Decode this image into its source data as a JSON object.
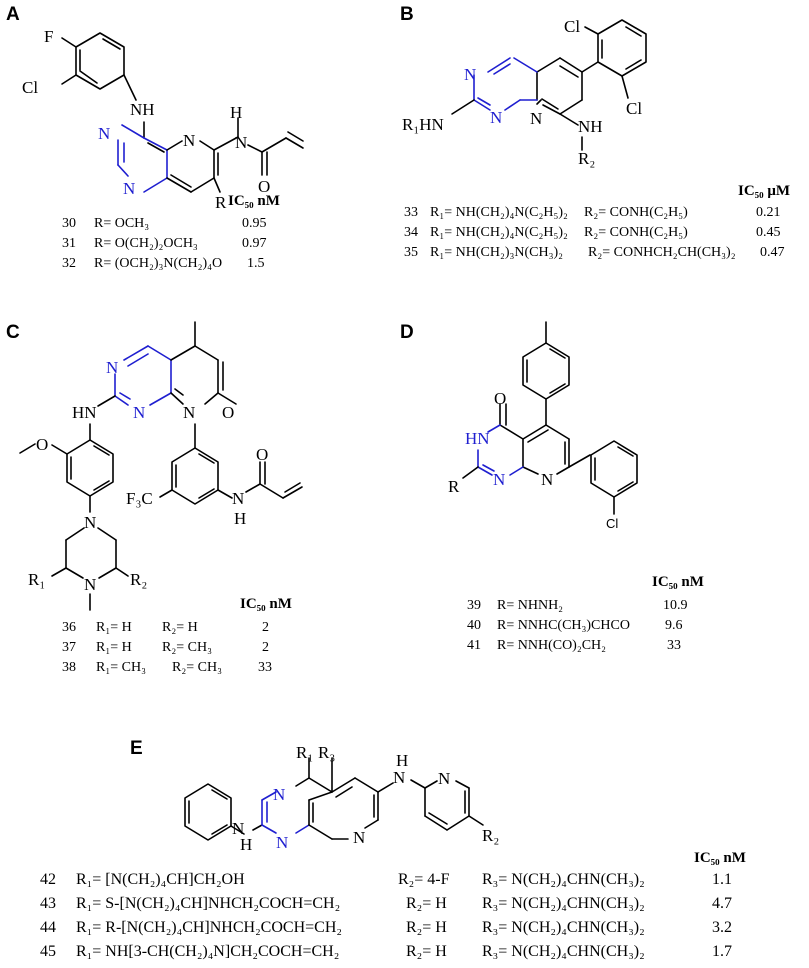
{
  "panels": {
    "A": {
      "label": "A",
      "header": "IC₅₀ nM",
      "rows": [
        {
          "num": "30",
          "r": "R= OCH₃",
          "val": "0.95"
        },
        {
          "num": "31",
          "r": "R= O(CH₂)₂OCH₃",
          "val": "0.97"
        },
        {
          "num": "32",
          "r": "R= (OCH₂)₃N(CH₂)₄O",
          "val": "1.5"
        }
      ]
    },
    "B": {
      "label": "B",
      "header": "IC₅₀ μM",
      "rows": [
        {
          "num": "33",
          "r1": "R₁= NH(CH₂)₄N(C₂H₅)₂",
          "r2": "R₂= CONH(C₂H₅)",
          "val": "0.21"
        },
        {
          "num": "34",
          "r1": "R₁= NH(CH₂)₄N(C₂H₅)₂",
          "r2": "R₂= CONH(C₂H₅)",
          "val": "0.45"
        },
        {
          "num": "35",
          "r1": "R₁= NH(CH₂)₃N(CH₃)₂",
          "r2": "R₂= CONHCH₂CH(CH₃)₂",
          "val": "0.47"
        }
      ]
    },
    "C": {
      "label": "C",
      "header": "IC₅₀ nM",
      "rows": [
        {
          "num": "36",
          "r1": "R₁= H",
          "r2": "R₂= H",
          "val": "2"
        },
        {
          "num": "37",
          "r1": "R₁= H",
          "r2": "R₂= CH₃",
          "val": "2"
        },
        {
          "num": "38",
          "r1": "R₁= CH₃",
          "r2": "R₂= CH₃",
          "val": "33"
        }
      ]
    },
    "D": {
      "label": "D",
      "header": "IC₅₀ nM",
      "rows": [
        {
          "num": "39",
          "r": "R= NHNH₂",
          "val": "10.9"
        },
        {
          "num": "40",
          "r": "R= NNHC(CH₃)CHCO",
          "val": "9.6"
        },
        {
          "num": "41",
          "r": "R= NNH(CO)₂CH₂",
          "val": "33"
        }
      ]
    },
    "E": {
      "label": "E",
      "header": "IC₅₀ nM",
      "rows": [
        {
          "num": "42",
          "r1": "R₁= [N(CH₂)₄CH]CH₂OH",
          "r2": "R₂= 4-F",
          "r3": "R₃= N(CH₂)₄CHN(CH₃)₂",
          "val": "1.1"
        },
        {
          "num": "43",
          "r1": "R₁= S-[N(CH₂)₄CH]NHCH₂COCH=CH₂",
          "r2": "R₂= H",
          "r3": "R₃= N(CH₂)₄CHN(CH₃)₂",
          "val": "4.7"
        },
        {
          "num": "44",
          "r1": "R₁= R-[N(CH₂)₄CH]NHCH₂COCH=CH₂",
          "r2": "R₂= H",
          "r3": "R₃= N(CH₂)₄CHN(CH₃)₂",
          "val": "3.2"
        },
        {
          "num": "45",
          "r1": "R₁= NH[3-CH(CH₂)₄N]CH₂COCH=CH₂",
          "r2": "R₂= H",
          "r3": "R₃= N(CH₂)₄CHN(CH₃)₂",
          "val": "1.7"
        }
      ]
    }
  },
  "atoms": {
    "F": "F",
    "Cl": "Cl",
    "NH": "NH",
    "N": "N",
    "H": "H",
    "R": "R",
    "O": "O",
    "HN": "HN",
    "R1HN": "R₁HN",
    "R2": "R₂",
    "R1": "R₁",
    "F3C": "F₃C",
    "Cl_small": "Cl",
    "R3": "R₃"
  }
}
